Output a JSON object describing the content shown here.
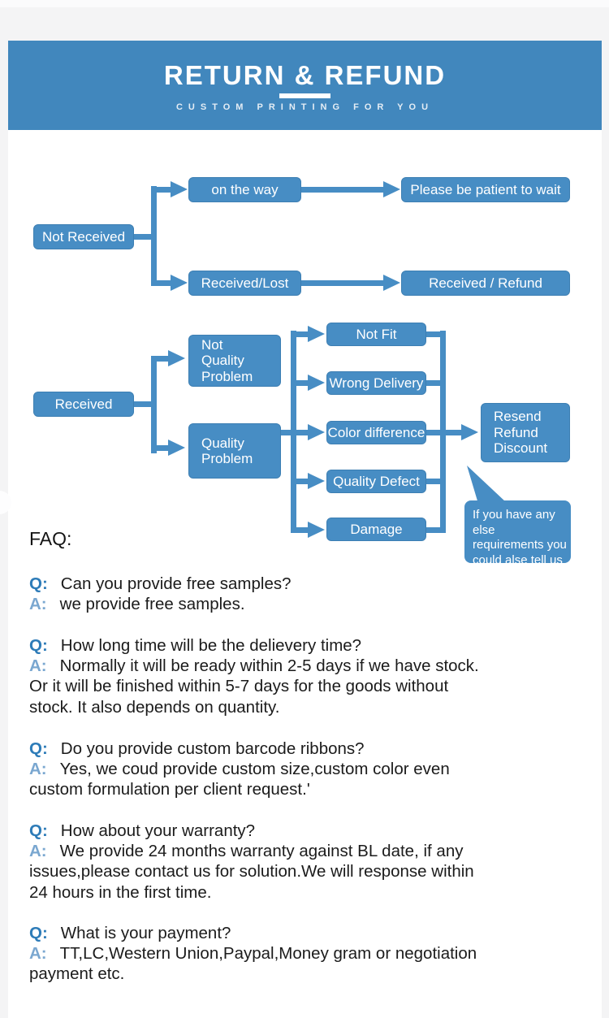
{
  "colors": {
    "accent": "#478dc4",
    "header_bg": "#4187bd",
    "page_margin": "#f4f4f5",
    "content_bg": "#ffffff",
    "q_label_color": "#2e7cb8",
    "a_label_color": "#7aa7d0",
    "body_text": "#1b1b1b"
  },
  "header": {
    "title": "RETURN & REFUND",
    "subtitle": "CUSTOM PRINTING FOR YOU"
  },
  "flowchart_not_received": {
    "root": "Not Received",
    "branch_top": "on the way",
    "result_top": "Please be patient to wait",
    "branch_bottom": "Received/Lost",
    "result_bottom": "Received / Refund"
  },
  "flowchart_received": {
    "root": "Received",
    "branch_top": "Not\nQuality\nProblem",
    "branch_bottom": "Quality\nProblem",
    "leaves": [
      "Not Fit",
      "Wrong Delivery",
      "Color difference",
      "Quality Defect",
      "Damage"
    ],
    "result": "Resend\nRefund\nDiscount",
    "note": "If you have any else\nrequirements you\ncould alse tell us"
  },
  "faq": {
    "title": "FAQ:",
    "q_label": "Q:",
    "a_label": "A:",
    "items": [
      {
        "q": "Can you provide free samples?",
        "a": "we provide free samples."
      },
      {
        "q": "How long time will be the delievery time?",
        "a": "Normally it will be ready within 2-5 days if we have stock.\nOr it will  be finished within 5-7 days for the goods without\nstock. It also depends on quantity."
      },
      {
        "q": "Do you provide custom barcode ribbons?",
        "a": "Yes, we coud provide custom size,custom color even\ncustom formulation per client request.'"
      },
      {
        "q": "How about your warranty?",
        "a": "We provide 24 months warranty against BL  date, if any\nissues,please contact us for solution.We will response within\n24 hours in the first time."
      },
      {
        "q": "What is your payment?",
        "a": "TT,LC,Western Union,Paypal,Money gram or negotiation\npayment etc."
      }
    ]
  }
}
